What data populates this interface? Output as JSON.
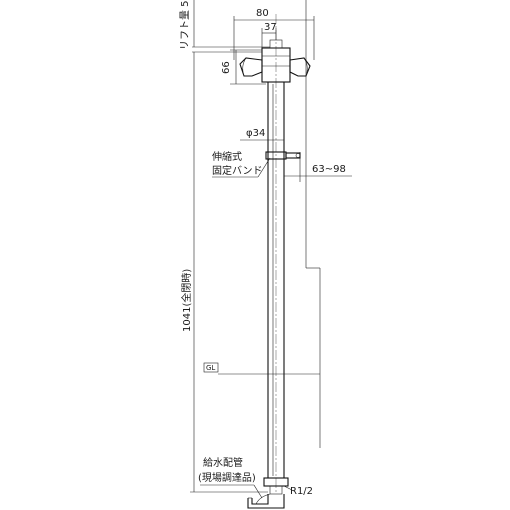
{
  "dimensions": {
    "lift": "リフト量 5",
    "width_total": "80",
    "width_half": "37",
    "height_head": "66",
    "pipe_diameter": "φ34",
    "band_range": "63~98",
    "total_height": "1041(全閉時)",
    "thread": "R1/2"
  },
  "labels": {
    "band_line1": "伸縮式",
    "band_line2": "固定バンド",
    "ground": "GL",
    "supply_line1": "給水配管",
    "supply_line2": "(現場調達品)"
  }
}
